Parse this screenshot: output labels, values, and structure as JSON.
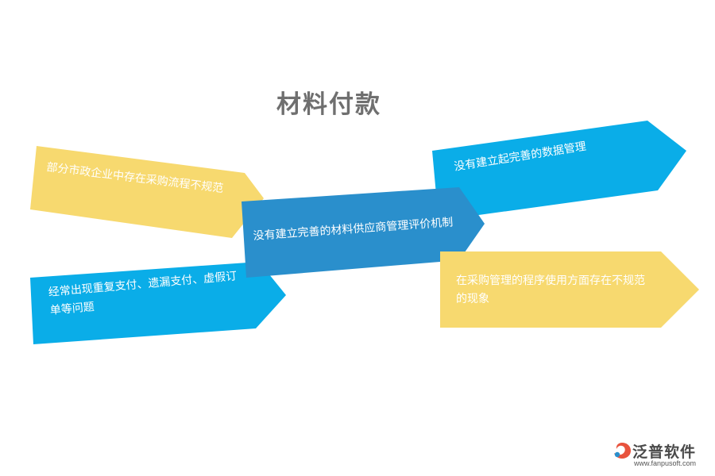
{
  "title": "材料付款",
  "colors": {
    "yellow": "#f7d96f",
    "sky": "#0aade8",
    "center": "#2a8fcc",
    "title": "#6f6f6f"
  },
  "cards": [
    {
      "text": "部分市政企业中存在采购流程不规范",
      "color": "yellow"
    },
    {
      "text": "没有建立完善的材料供应商管理评价机制",
      "color": "center"
    },
    {
      "text": "没有建立起完善的数据管理",
      "color": "sky"
    },
    {
      "text": "经常出现重复支付、遗漏支付、虚假订单等问题",
      "color": "sky"
    },
    {
      "text": "在采购管理的程序使用方面存在不规范的现象",
      "color": "yellow"
    }
  ],
  "logo": {
    "name": "泛普软件",
    "url": "www.fanpusoft.com",
    "icon": "fanpu-logo-icon"
  }
}
